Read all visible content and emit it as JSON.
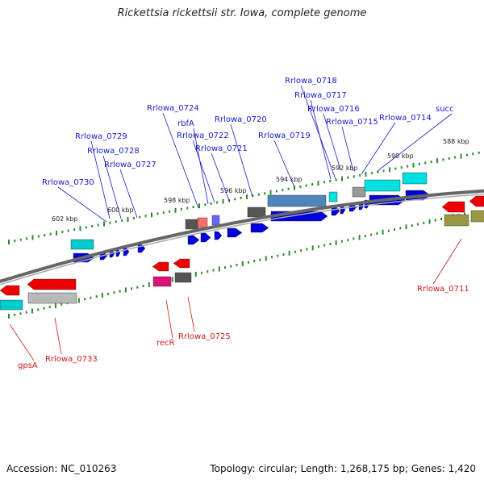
{
  "title": "Rickettsia rickettsii str. Iowa, complete genome",
  "footer": {
    "accession": "Accession: NC_010263",
    "summary": "Topology: circular; Length: 1,268,175 bp; Genes: 1,420"
  },
  "scale_ticks": [
    "602 kbp",
    "600 kbp",
    "598 kbp",
    "596 kbp",
    "594 kbp",
    "592 kbp",
    "590 kbp",
    "588 kbp"
  ],
  "top_labels": [
    "Rrlowa_0718",
    "Rrlowa_0717",
    "Rrlowa_0716",
    "Rrlowa_0715",
    "succ",
    "Rrlowa_0714",
    "Rrlowa_0724",
    "rbfA",
    "Rrlowa_0720",
    "Rrlowa_0722",
    "Rrlowa_0721",
    "Rrlowa_0719",
    "Rrlowa_0729",
    "Rrlowa_0728",
    "Rrlowa_0727",
    "Rrlowa_0730"
  ],
  "bottom_labels": [
    "Rrlowa_0711",
    "recR",
    "Rrlowa_0725",
    "gpsA",
    "Rrlowa_0733"
  ],
  "colors": {
    "forward_gene": "#0000dd",
    "reverse_gene": "#ee0000",
    "top_label": "#1a1acc",
    "bottom_label": "#cc1a1a",
    "backbone": "#555555",
    "gc_ticks": "#2a8a2a"
  }
}
